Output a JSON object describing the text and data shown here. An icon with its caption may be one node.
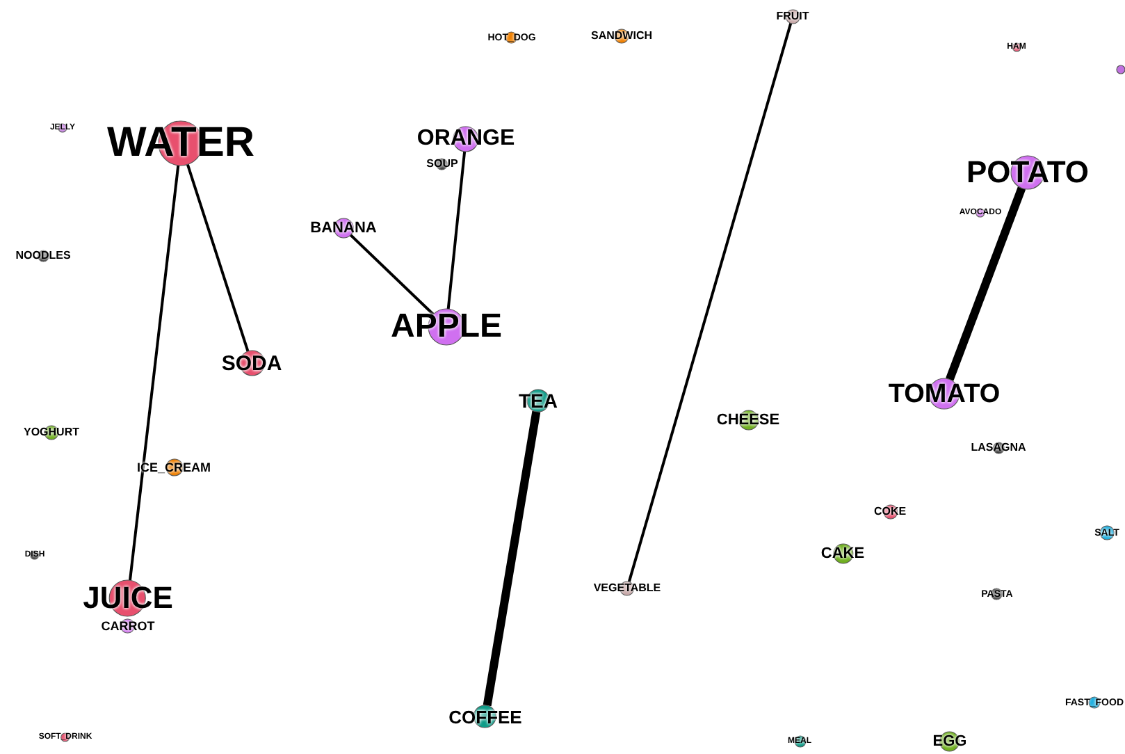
{
  "diagram": {
    "nodes": [
      {
        "text": [
          "WATER"
        ]
      },
      {
        "text": [
          "JELLY"
        ]
      },
      {
        "text": [
          "HOT_DOG"
        ]
      },
      {
        "text": [
          "SANDWICH"
        ]
      },
      {
        "text": [
          "FRUIT"
        ]
      },
      {
        "text": [
          "HAM"
        ]
      },
      {
        "text": [],
        "shape": "circle"
      },
      {
        "text": [
          "ORANGE"
        ]
      },
      {
        "text": [
          "SOUP"
        ]
      },
      {
        "text": [
          "POTATO"
        ]
      },
      {
        "text": [
          "AVOCADO"
        ]
      },
      {
        "text": [
          "BANANA"
        ]
      },
      {
        "text": [
          "NOODLES"
        ]
      },
      {
        "text": [
          "APPLE"
        ]
      },
      {
        "text": [
          "SODA"
        ]
      },
      {
        "text": [
          "TOMATO"
        ]
      },
      {
        "text": [
          "TEA"
        ]
      },
      {
        "text": [
          "CHEESE"
        ]
      },
      {
        "text": [
          "YOGHURT"
        ]
      },
      {
        "text": [
          "LASAGNA"
        ]
      },
      {
        "text": [
          "ICE_CREAM"
        ]
      },
      {
        "text": [
          "COKE"
        ]
      },
      {
        "text": [
          "SALT"
        ]
      },
      {
        "text": [
          "CAKE"
        ]
      },
      {
        "text": [
          "DISH"
        ]
      },
      {
        "text": [
          "VEGETABLE"
        ]
      },
      {
        "text": [
          "PASTA"
        ]
      },
      {
        "text": [
          "JUICE"
        ]
      },
      {
        "text": [
          "CARROT"
        ]
      },
      {
        "text": [
          "FAST_FOOD"
        ]
      },
      {
        "text": [
          "COFFEE"
        ]
      },
      {
        "text": [
          "SOFT_DRINK"
        ]
      },
      {
        "text": [
          "MEAL"
        ]
      },
      {
        "text": [
          "EGG"
        ]
      }
    ],
    "edges": [
      {
        "from": 0,
        "to": 27,
        "arrow": "none"
      },
      {
        "from": 0,
        "to": 14,
        "arrow": "none"
      },
      {
        "from": 7,
        "to": 13,
        "arrow": "none"
      },
      {
        "from": 11,
        "to": 13,
        "arrow": "none"
      },
      {
        "from": 4,
        "to": 25,
        "arrow": "none"
      },
      {
        "from": 9,
        "to": 15,
        "arrow": "none",
        "style": "thick"
      },
      {
        "from": 16,
        "to": 30,
        "arrow": "none",
        "style": "thick"
      }
    ]
  }
}
